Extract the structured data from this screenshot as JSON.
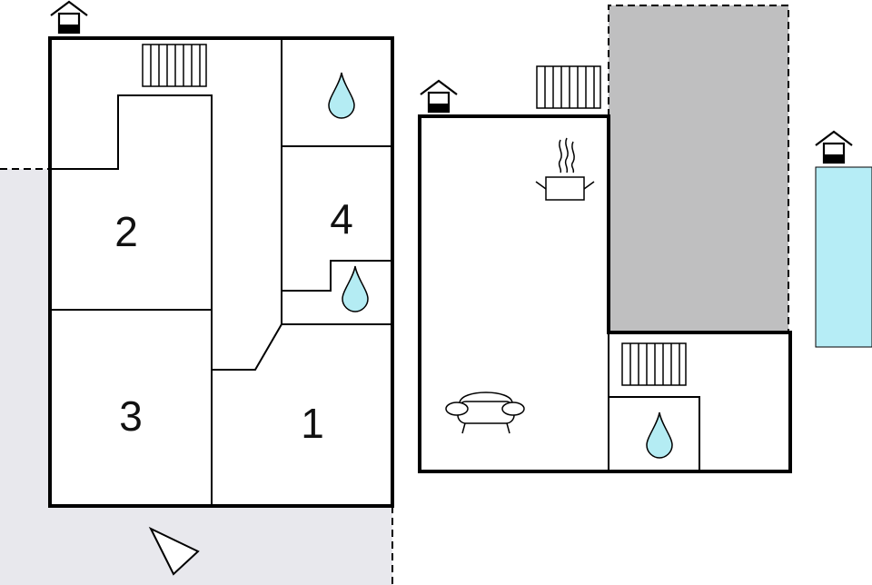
{
  "rooms": {
    "r1": "1",
    "r2": "2",
    "r3": "3",
    "r4": "4"
  },
  "icons": {
    "floor_indicator": "house-floor-icon",
    "radiator": "radiator-icon",
    "water": "water-drop-icon",
    "kitchen": "cooking-pot-icon",
    "living": "sofa-icon",
    "compass": "north-arrow-icon"
  },
  "colors": {
    "water_fill": "#b4ecf3",
    "pool_fill": "#b6edf6",
    "terrace_fill": "#e8e8ed",
    "garage_fill": "#bfbfc0",
    "wall": "#000000"
  }
}
